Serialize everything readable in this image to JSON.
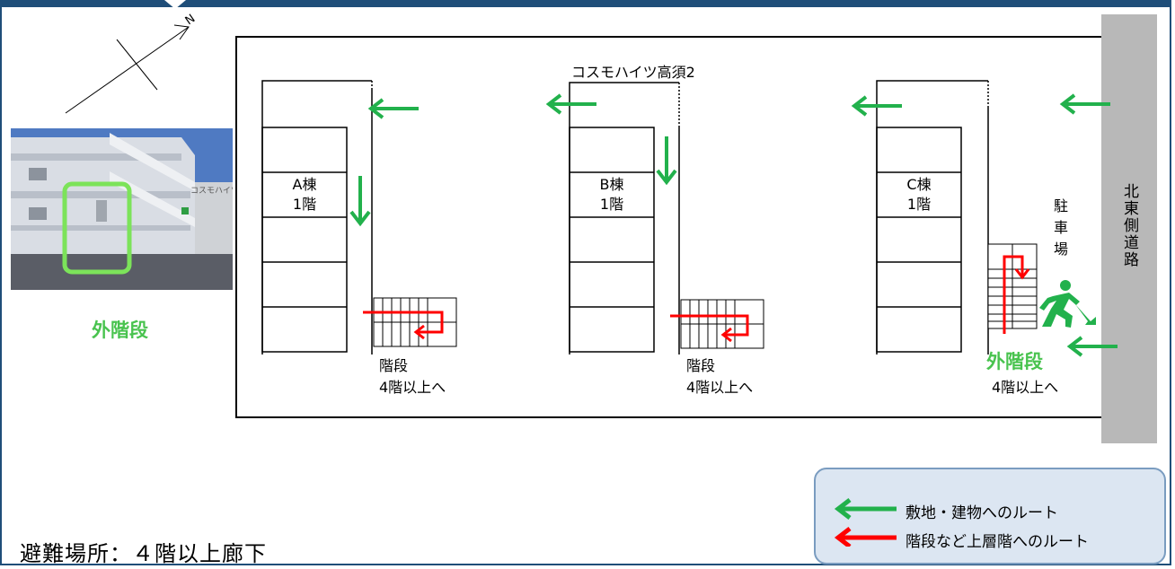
{
  "title": "コスモハイツ高須2",
  "buildings": [
    {
      "name": "A棟",
      "floor": "1階"
    },
    {
      "name": "B棟",
      "floor": "1階"
    },
    {
      "name": "C棟",
      "floor": "1階"
    }
  ],
  "stairs": {
    "a_line1": "階段",
    "a_line2": "4階以上へ",
    "b_line1": "階段",
    "b_line2": "4階以上へ",
    "c_outer": "外階段",
    "c_line2": "4階以上へ"
  },
  "parking": "駐車場",
  "road": "北東側道路",
  "photo_caption": "外階段",
  "north_marker": "N",
  "legend": {
    "green_label": "敷地・建物へのルート",
    "red_label": "階段など上層階へのルート"
  },
  "evacuation": "避難場所：４階以上廊下",
  "colors": {
    "route_green": "#22b14c",
    "route_red": "#ff0000",
    "label_green": "#49c34f",
    "frame_blue": "#1f4e79",
    "legend_fill": "#dce6f2"
  }
}
